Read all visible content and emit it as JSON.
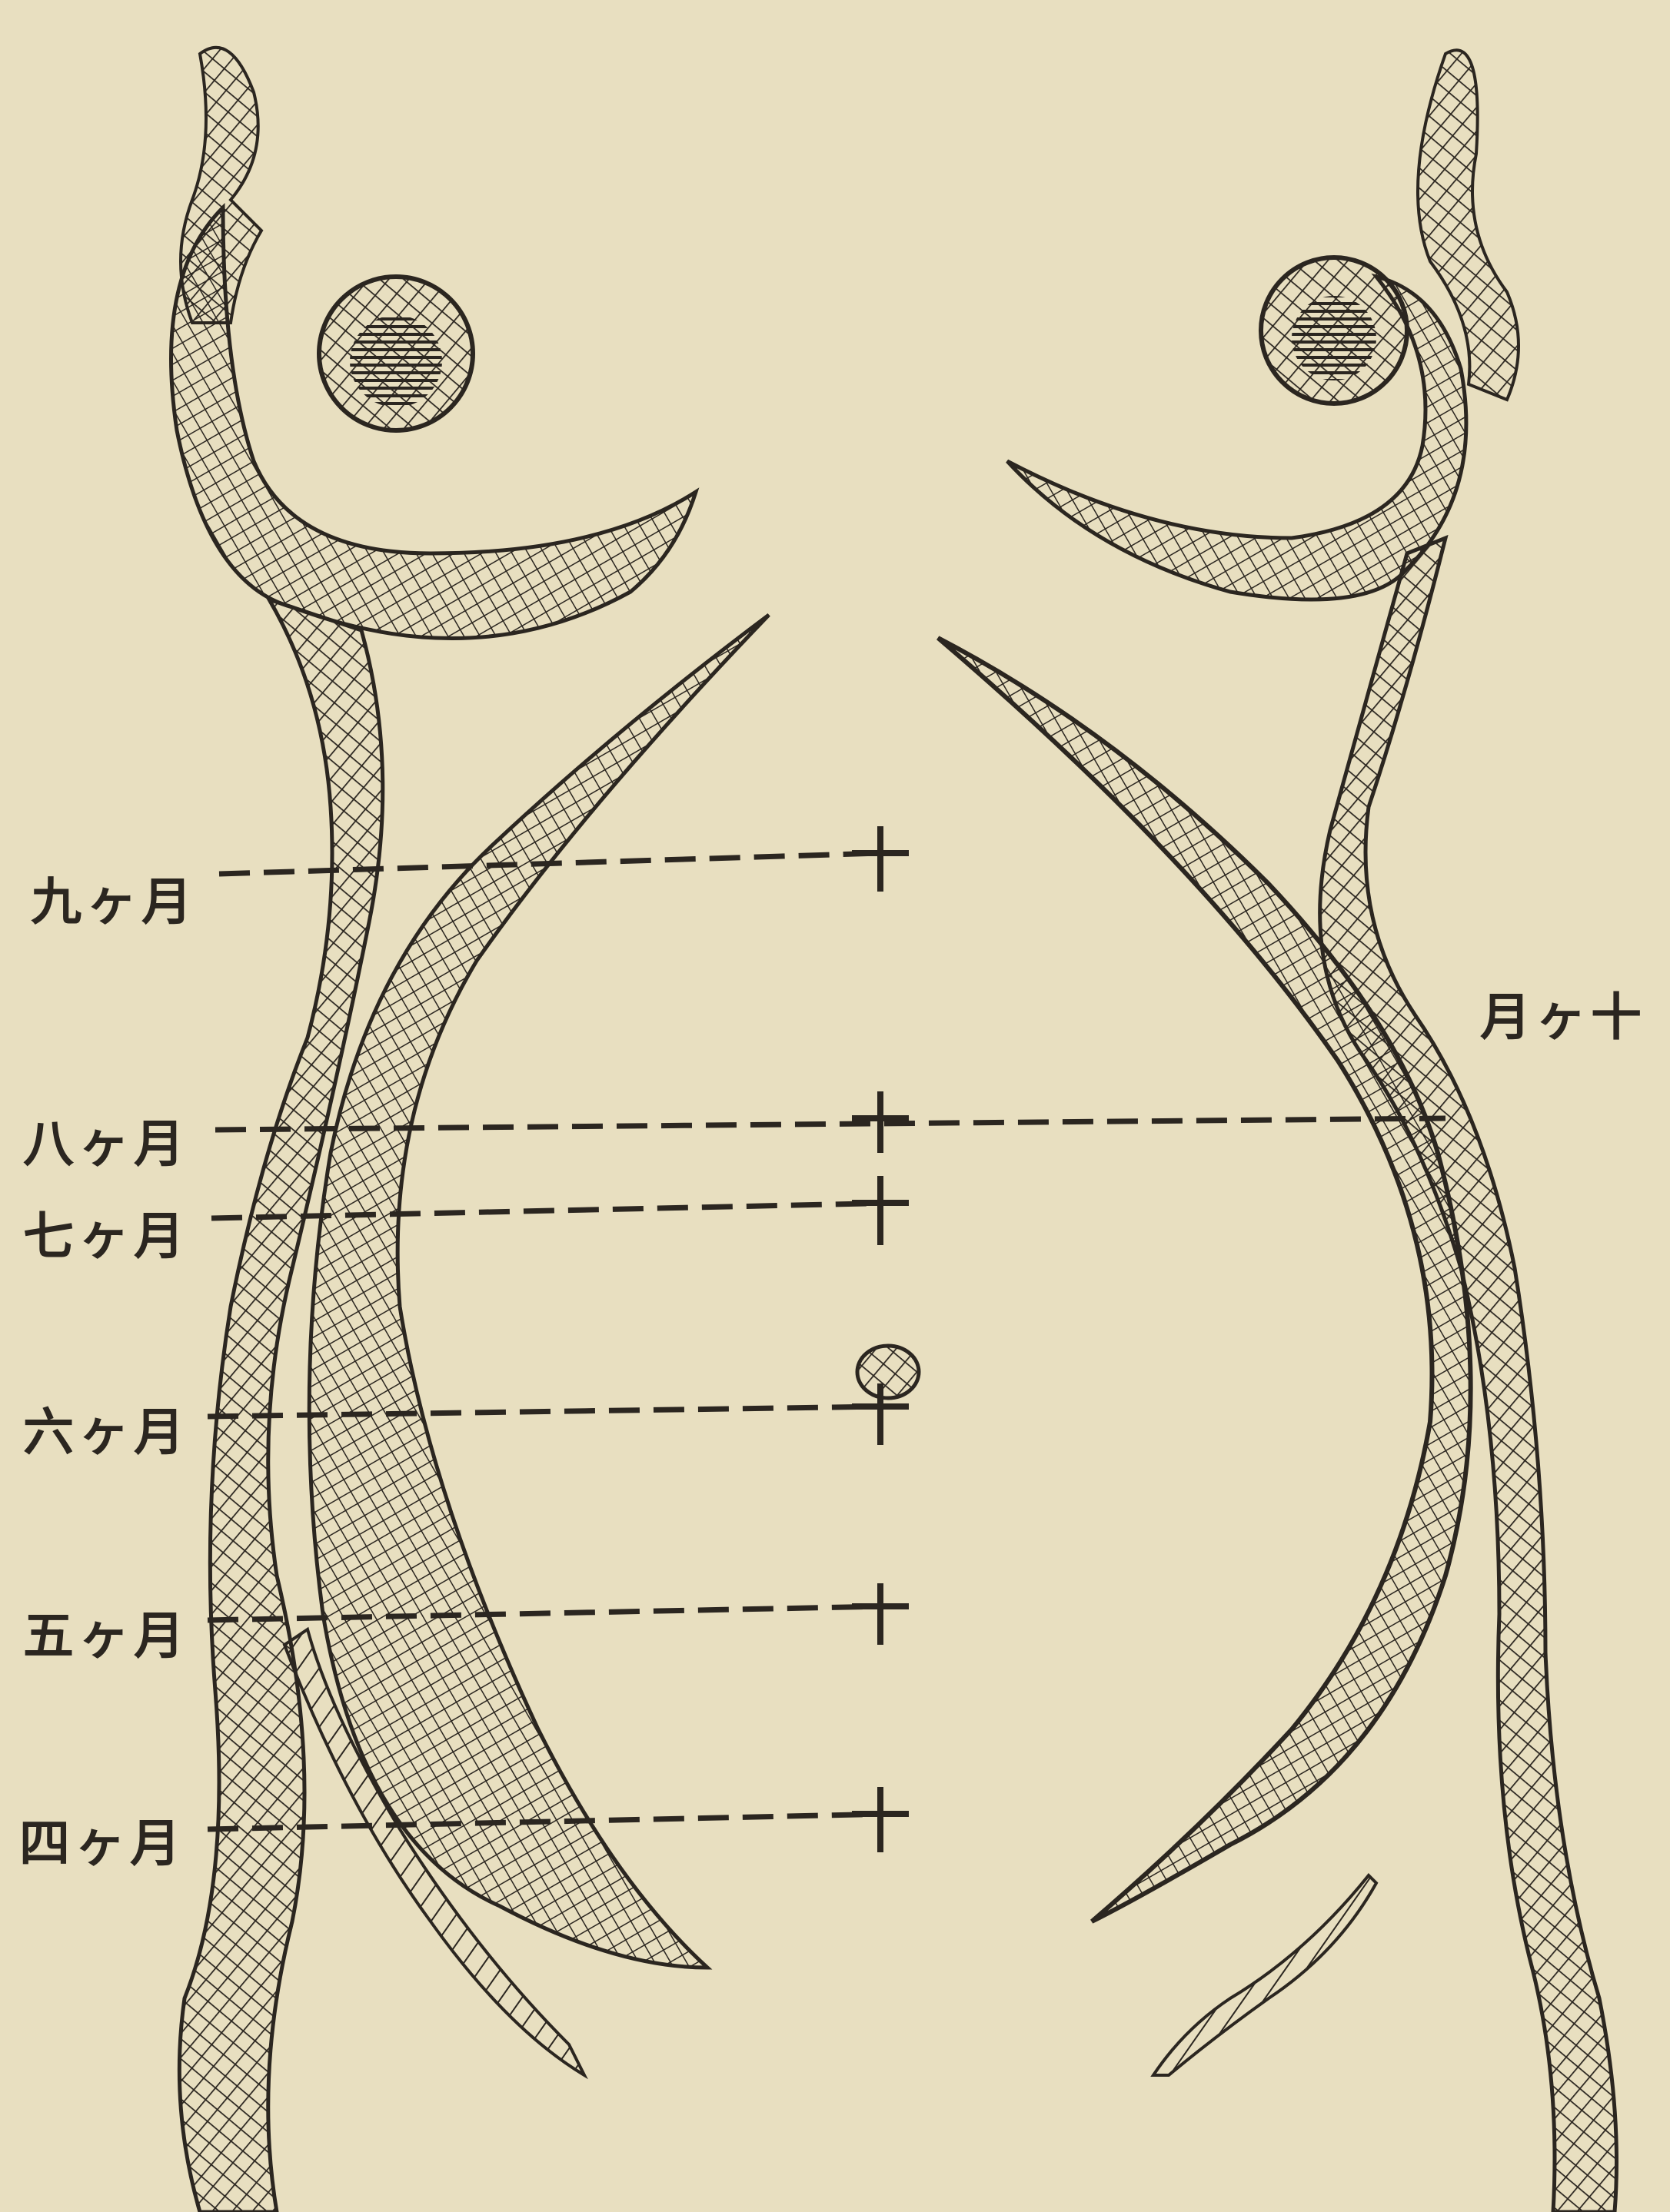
{
  "labels": {
    "month9": "九ヶ月",
    "month8": "八ヶ月",
    "month7": "七ヶ月",
    "month6": "六ヶ月",
    "month5": "五ヶ月",
    "month4": "四ヶ月",
    "month10": "月ヶ十"
  },
  "colors": {
    "paper": "#e8dfc0",
    "ink": "#2b2620"
  }
}
